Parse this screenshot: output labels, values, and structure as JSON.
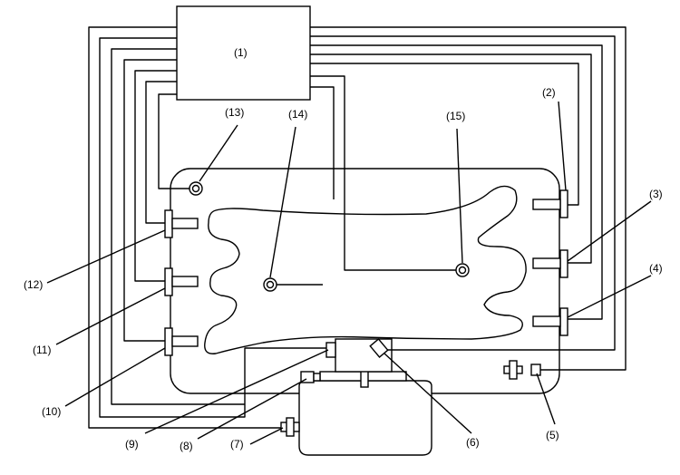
{
  "diagram": {
    "colors": {
      "line": "#000000",
      "background": "#ffffff"
    },
    "labels": {
      "c1": "(1)",
      "c2": "(2)",
      "c3": "(3)",
      "c4": "(4)",
      "c5": "(5)",
      "c6": "(6)",
      "c7": "(7)",
      "c8": "(8)",
      "c9": "(9)",
      "c10": "(10)",
      "c11": "(11)",
      "c12": "(12)",
      "c13": "(13)",
      "c14": "(14)",
      "c15": "(15)"
    }
  }
}
